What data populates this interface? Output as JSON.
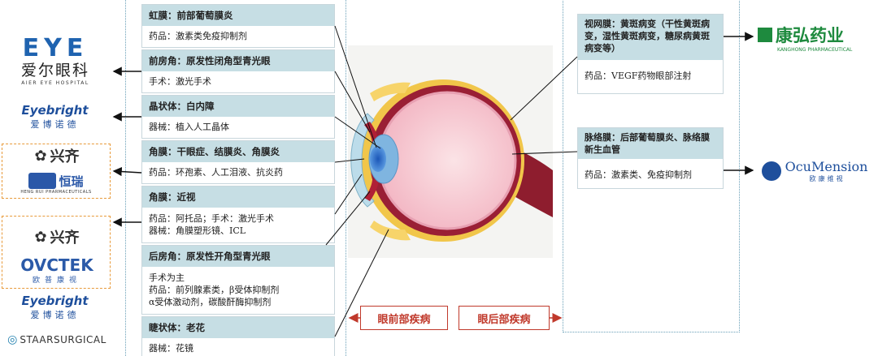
{
  "left_panel": [
    {
      "head": "虹膜：前部葡萄膜炎",
      "lines": [
        "药品：激素类免疫抑制剂"
      ]
    },
    {
      "head": "前房角：原发性闭角型青光眼",
      "lines": [
        "手术：激光手术"
      ]
    },
    {
      "head": "晶状体：白内障",
      "lines": [
        "器械：植入人工晶体"
      ]
    },
    {
      "head": "角膜：干眼症、结膜炎、角膜炎",
      "lines": [
        "药品：环孢素、人工泪液、抗炎药"
      ]
    },
    {
      "head": "角膜：近视",
      "lines": [
        "药品：阿托品；手术：激光手术",
        "器械：角膜塑形镜、ICL"
      ]
    },
    {
      "head": "后房角：原发性开角型青光眼",
      "lines": [
        "手术为主",
        "药品：前列腺素类，β受体抑制剂",
        "α受体激动剂，碳酸酐酶抑制剂"
      ]
    },
    {
      "head": "睫状体：老花",
      "lines": [
        "器械：花镜"
      ]
    }
  ],
  "right_panel": [
    {
      "head": "视网膜：黄斑病变（干性黄斑病变，湿性黄斑病变，糖尿病黄斑病变等）",
      "lines": [
        "药品：VEGF药物眼部注射"
      ]
    },
    {
      "head": "脉络膜：后部葡萄膜炎、脉络膜新生血管",
      "lines": [
        "药品：激素类、免疫抑制剂"
      ]
    }
  ],
  "buttons": {
    "front": "眼前部疾病",
    "back": "眼后部疾病"
  },
  "logos": {
    "aier": {
      "mark": "EYE",
      "cn": "爱尔眼科",
      "en": "AIER EYE HOSPITAL"
    },
    "eyebright1": {
      "en": "Eyebright",
      "cn": "爱博诺德"
    },
    "xingqi1": {
      "text": "兴齐"
    },
    "hengrui": {
      "mark": "恒瑞",
      "en": "HENG RUI PHARMACEUTICALS"
    },
    "xingqi2": {
      "text": "兴齐"
    },
    "ovctek": {
      "en": "OVCTEK",
      "cn": "欧普康视"
    },
    "eyebright2": {
      "en": "Eyebright",
      "cn": "爱博诺德"
    },
    "staar": {
      "text": "STAARSURGICAL"
    },
    "kanghong": {
      "cn": "康弘药业",
      "en": "KANGHONG PHARMACEUTICAL"
    },
    "ocumension": {
      "en": "OcuMension",
      "cn": "欧康维视"
    }
  },
  "colors": {
    "header": "#c6dee4",
    "red": "#c0392b",
    "kanghong_green": "#1e8a3e",
    "ocumension_blue": "#1e4f9c",
    "aier_blue": "#1f63b0",
    "ovctek_blue": "#2b5aa8"
  }
}
